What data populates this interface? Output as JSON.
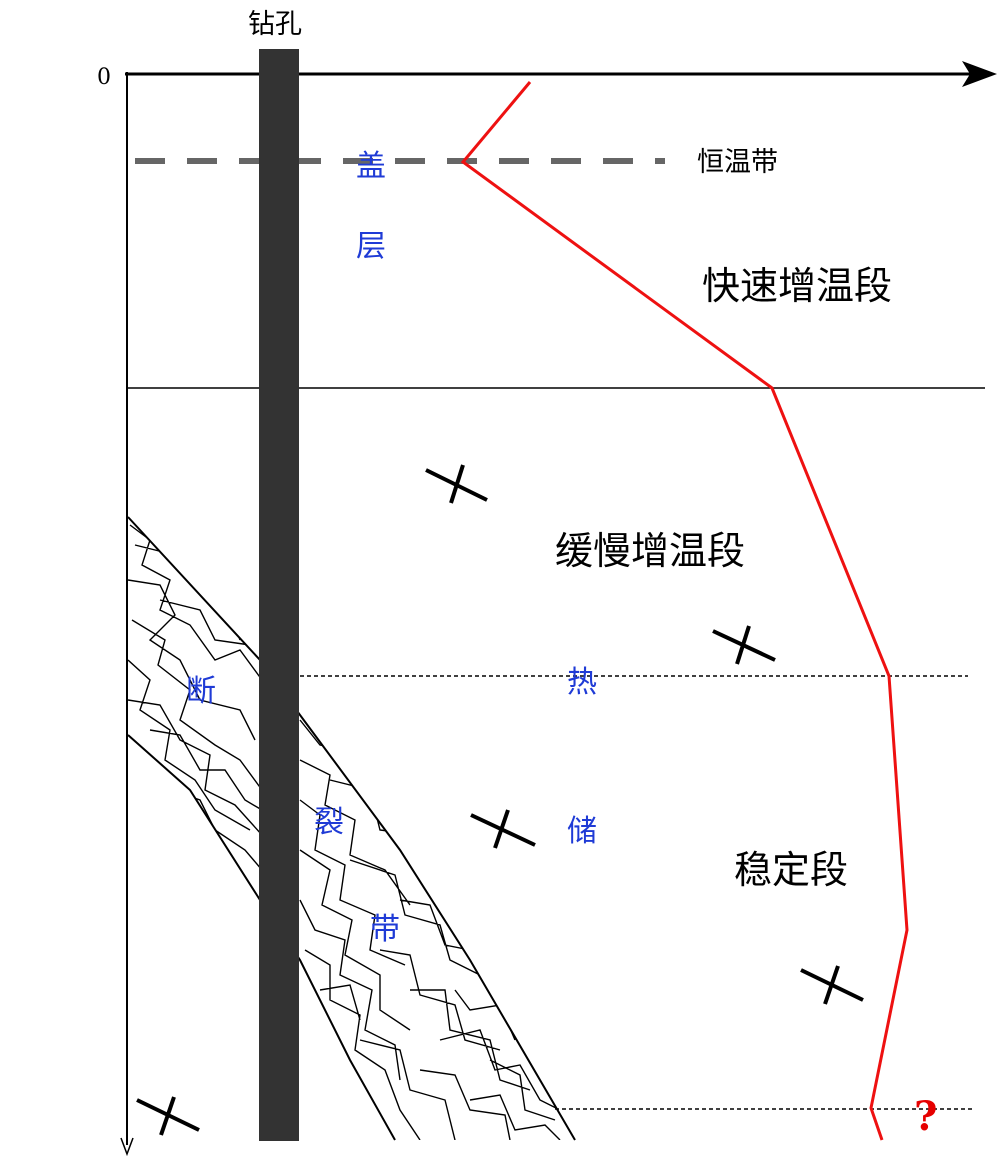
{
  "labels": {
    "borehole": "钻孔",
    "origin": "0",
    "constant_temp_zone": "恒温带",
    "rapid_warming": "快速增温段",
    "slow_warming": "缓慢增温段",
    "stable": "稳定段",
    "cap_layer": [
      "盖",
      "层"
    ],
    "thermal_reservoir": [
      "热",
      "储"
    ],
    "fault_zone": [
      "断",
      "裂",
      "带"
    ],
    "unknown": "?"
  },
  "colors": {
    "temperature_curve": "#ee1111",
    "borehole": "#333333",
    "constant_temp_line": "#666666",
    "zone_text": "#1f3bd6",
    "question_mark": "#e60000"
  }
}
